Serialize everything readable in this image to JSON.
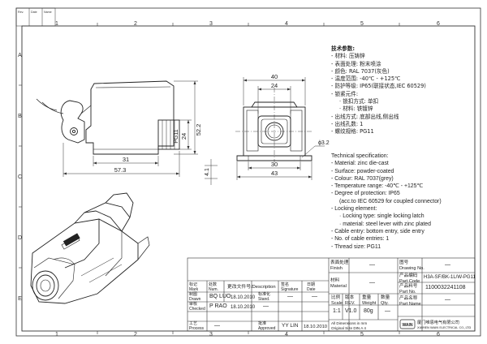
{
  "grid": {
    "cols": [
      "1",
      "2",
      "3",
      "4",
      "5",
      "6"
    ],
    "rows": [
      "A",
      "B",
      "C",
      "D",
      "E"
    ]
  },
  "dims": {
    "side_height_total": "52.2",
    "side_height_inner": "24",
    "side_height_lower": "4.1",
    "side_label_pg": "PG11",
    "side_width_31": "31",
    "side_width_total": "57.3",
    "front_width_top": "40",
    "front_width_inner": "24",
    "front_width_30": "30",
    "front_width_total": "43",
    "front_hole": "ϕ3.2"
  },
  "spec_cn": {
    "title": "技术参数:",
    "lines": [
      "- 材料: 压铸锌",
      "- 表面处理: 粉末喷涂",
      "- 颜色: RAL 7037(灰色)",
      "- 温度范围: -40℃ - +125℃",
      "- 防护等级: IP65(联接状态,IEC 60529)",
      "- 锁紧元件:",
      "· 锁扣方式: 单扣",
      "· 材料: 铁镀锌",
      "- 出线方式: 底部出线,侧出线",
      "- 出线孔数: 1",
      "- 螺纹规格: PG11"
    ]
  },
  "spec_en": {
    "title": "Technical specification:",
    "lines": [
      "- Material: zinc die-cast",
      "- Surface: powder-coated",
      "- Colour: RAL 7037(grey)",
      "- Temperature range: -40℃ - +125℃",
      "- Degree of protection: IP65",
      "(acc.to IEC 60529 for coupled connector)",
      "- Locking element:",
      "· Locking type: single locking latch",
      "· material: steel lever with zinc plated",
      "- Cable entry: bottom entry, side entry",
      "- No. of cable entries: 1",
      "- Thread size: PG11"
    ]
  },
  "title_block": {
    "finish_cn": "表面处理",
    "finish_en": "Finish",
    "finish_val": "—",
    "drawing_no_cn": "图号",
    "drawing_no_en": "Drawing No.",
    "drawing_no_val": "—",
    "material_cn": "材料",
    "material_en": "Material",
    "material_val": "—",
    "part_code_cn": "产品编码",
    "part_code_en": "Part Code",
    "part_code_val": "H3A-SF/BK-1L/W-PG11",
    "part_no_cn": "产品料号",
    "part_no_en": "Part No.",
    "part_no_val": "1100032241108",
    "part_name_cn": "产品名称",
    "part_name_en": "Part Name",
    "part_name_val": "—",
    "scale_cn": "比例",
    "scale_en": "Scale",
    "scale_val": "1:1",
    "rev_cn": "版本",
    "rev_en": "REV.",
    "rev_val": "V1.0",
    "weight_cn": "重量",
    "weight_en": "Weight",
    "weight_val": "80g",
    "qty_cn": "数量",
    "qty_en": "Qty.",
    "qty_val": "—",
    "mark_cn": "标记",
    "mark_en": "Mark",
    "num_cn": "处数",
    "num_en": "Num.",
    "change_cn": "更改文件号",
    "change_en": "/Description",
    "sig_cn": "签名",
    "sig_en": "Signature",
    "date_cn": "日期",
    "date_en": "Date",
    "drawn_cn": "制图",
    "drawn_en": "Drawn",
    "drawn_name": "BQ LUO",
    "drawn_date": "18.10.2010",
    "checked_cn": "审核",
    "checked_en": "Checked",
    "checked_name": "P RAO",
    "checked_date": "18.10.2010",
    "process_cn": "工艺",
    "process_en": "Process",
    "approved_cn": "批准",
    "approved_en": "Approved",
    "approved_name": "YY LIN",
    "approved_date": "18.10.2010",
    "stand_cn": "标准化",
    "stand_en": "Stand.",
    "dash": "—",
    "note1": "All Dimensions in mm",
    "note2": "Original Size DIN A 4",
    "company_cn": "厦门唯恩电气有限公司",
    "company_en": "XIAMEN WAIN ELECTRICAL CO.,LTD",
    "logo": "WAIN"
  },
  "revision_block": {
    "labels": [
      "Rev.",
      "Date",
      "Name"
    ]
  }
}
